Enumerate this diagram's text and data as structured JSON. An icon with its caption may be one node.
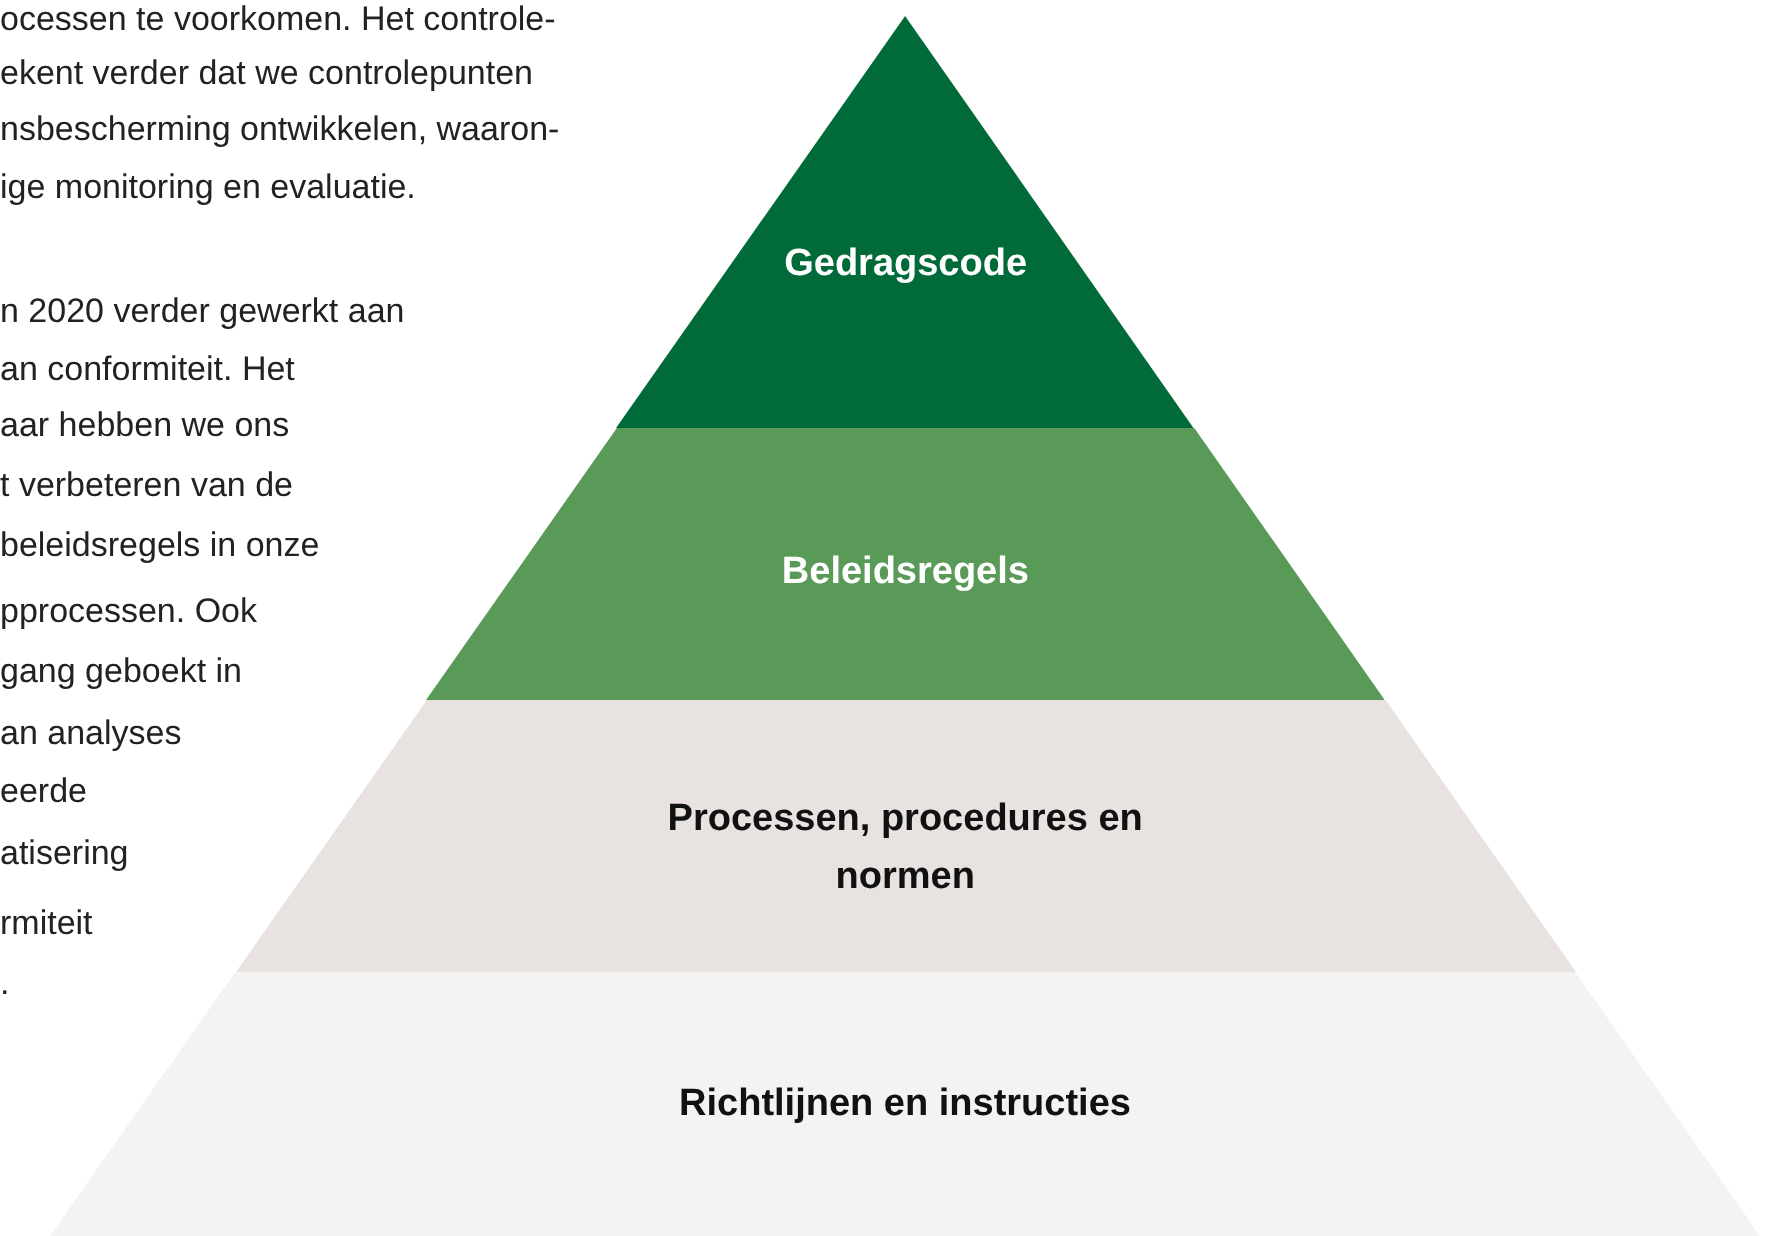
{
  "diagram": {
    "nodes": [
      {
        "text": [
          "Gedragscode"
        ]
      },
      {
        "text": [
          "Beleidsregels"
        ]
      },
      {
        "text": [
          "Processen, procedures en normen"
        ]
      },
      {
        "text": [
          "Richtlijnen en instructies"
        ]
      }
    ],
    "labels": [
      "ocessen te voorkomen. Het controle-",
      "ekent verder dat we controlepunten",
      "nsbescherming ontwikkelen, waaron-",
      "ige monitoring en evaluatie.",
      "n 2020 verder gewerkt aan",
      "an conformiteit. Het",
      "aar hebben we ons",
      "t verbeteren van de",
      "beleidsregels in onze",
      "pprocessen. Ook",
      "gang geboekt in",
      "an analyses",
      "eerde",
      "atisering",
      "rmiteit",
      "."
    ]
  }
}
